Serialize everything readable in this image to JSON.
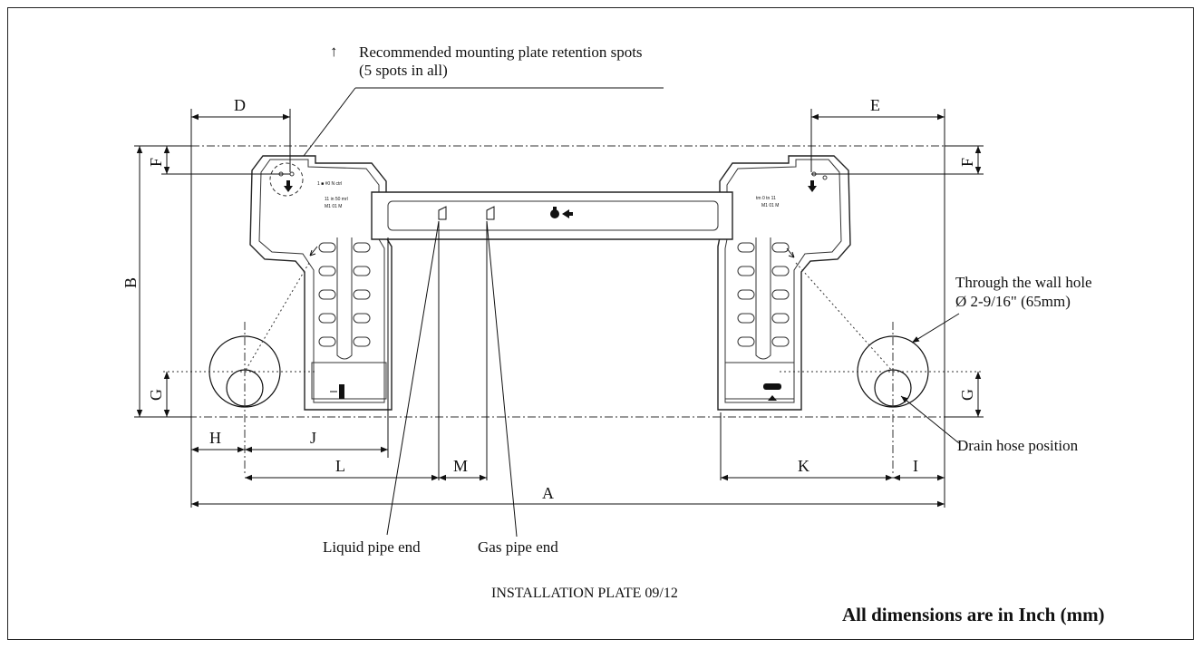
{
  "legend": {
    "arrow_glyph": "↑",
    "line1": "Recommended mounting plate retention spots",
    "line2": "(5 spots in all)"
  },
  "dimensions": {
    "A": "A",
    "B": "B",
    "D": "D",
    "E": "E",
    "F_left": "F",
    "F_right": "F",
    "G_left": "G",
    "G_right": "G",
    "H": "H",
    "I": "I",
    "J": "J",
    "K": "K",
    "L": "L",
    "M": "M"
  },
  "callouts": {
    "wall_hole_line1": "Through the wall hole",
    "wall_hole_line2": "Ø 2-9/16\" (65mm)",
    "drain_hose": "Drain hose position",
    "liquid_pipe": "Liquid pipe end",
    "gas_pipe": "Gas pipe end"
  },
  "plate_marks": {
    "left_mark1": "1 ■ #0 N ctrl",
    "left_mark2": "11 in 50 mrl",
    "left_mark3": "M1 01 M",
    "right_mark1": "tm 0 tn 11",
    "right_mark2": "M1 01 M"
  },
  "caption": "INSTALLATION PLATE 09/12",
  "units_note": "All dimensions are in Inch (mm)",
  "colors": {
    "line": "#111111",
    "background": "#ffffff"
  }
}
